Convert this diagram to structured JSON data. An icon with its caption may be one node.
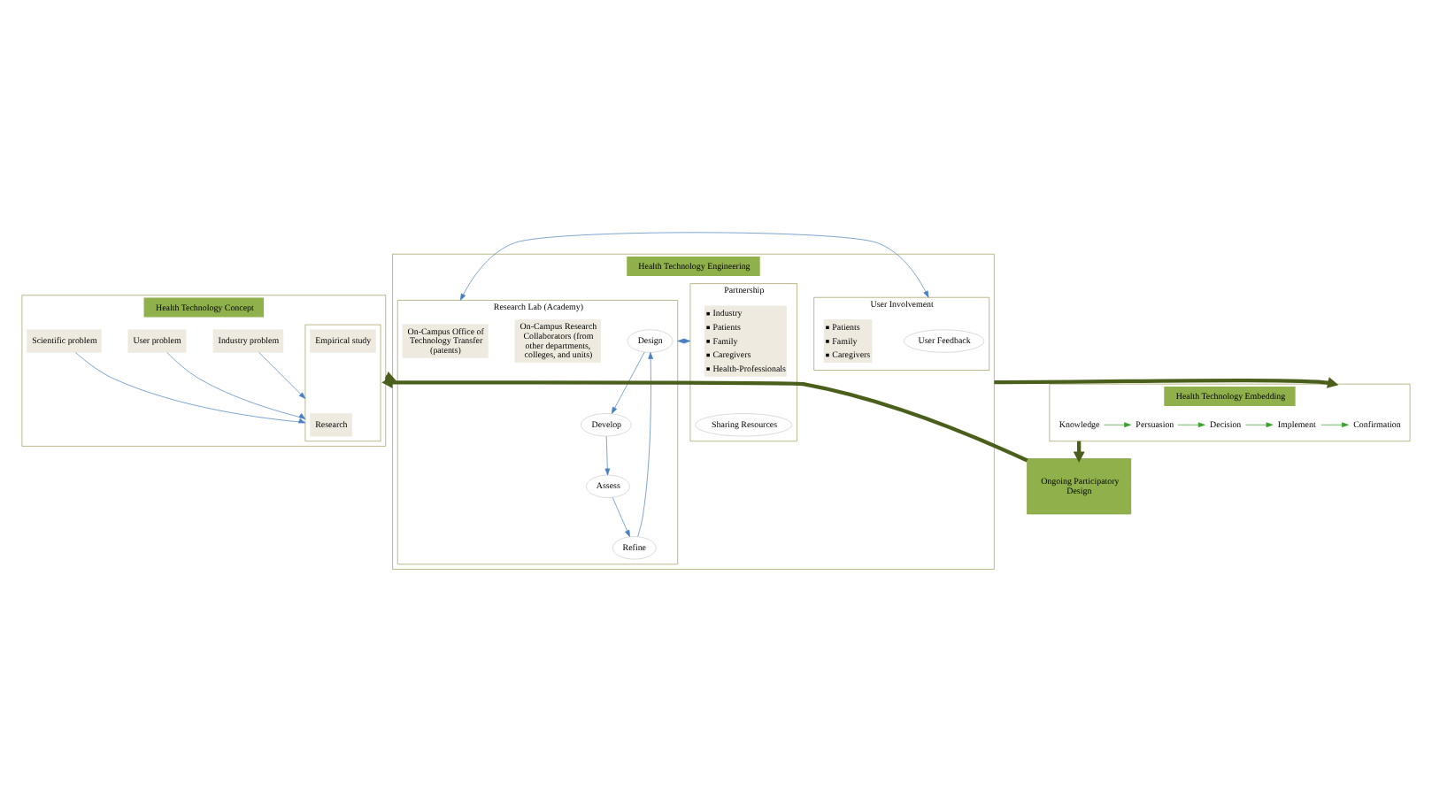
{
  "diagram": {
    "nodes": [
      {
        "text": [
          "Health Technology Concept"
        ]
      },
      {
        "text": [
          "Scientific problem"
        ],
        "in": 0
      },
      {
        "text": [
          "Industry problem"
        ],
        "in": 0
      },
      {
        "text": [
          "User problem"
        ],
        "in": 0
      },
      {
        "text": [],
        "shape": "box",
        "in": 0
      },
      {
        "text": [
          "Research"
        ],
        "in": 4
      },
      {
        "text": [
          "Empirical study"
        ],
        "in": 4
      },
      {
        "text": [
          "Health Technology Engineering"
        ]
      },
      {
        "text": [
          "Partnership"
        ],
        "in": 7
      },
      {
        "text": [
          "Sharing Resources"
        ],
        "in": 8
      },
      {
        "text": [
          "Industry",
          "Patients",
          "Family",
          "Caregivers",
          "Health-Professionals"
        ],
        "in": 8
      },
      {
        "text": [
          "Research Lab (Academy)"
        ],
        "in": 7
      },
      {
        "text": [
          "Design"
        ],
        "in": 11
      },
      {
        "text": [
          "Develop"
        ],
        "in": 11
      },
      {
        "text": [
          "Assess"
        ],
        "in": 11
      },
      {
        "text": [
          "Refine"
        ],
        "in": 11
      },
      {
        "text": [
          "On-Campus Research Collaborators (from other departments, colleges, and units)"
        ],
        "in": 11
      },
      {
        "text": [
          "On-Campus Office of Technology Transfer (patents)"
        ],
        "in": 11
      },
      {
        "text": [
          "User Involvement"
        ],
        "in": 7
      },
      {
        "text": [
          "User Feedback"
        ],
        "in": 18
      },
      {
        "text": [
          "Patients",
          "Family",
          "Caregivers"
        ],
        "in": 18
      },
      {
        "text": [
          "Health Technology Embedding"
        ]
      },
      {
        "text": [
          "Confirmation"
        ],
        "in": 21
      },
      {
        "text": [
          "Implement"
        ],
        "in": 21
      },
      {
        "text": [
          "Decision"
        ],
        "in": 21
      },
      {
        "text": [
          "Persuasion"
        ],
        "in": 21
      },
      {
        "text": [
          "Knowledge"
        ],
        "in": 21
      },
      {
        "text": [
          "Ongoing Participatory Design"
        ]
      }
    ],
    "edges": [
      {
        "from": 0,
        "to": 7,
        "arrow": "to",
        "style": "thick",
        "color": "#4b5f1c"
      },
      {
        "from": 1,
        "to": 4,
        "arrow": "to"
      },
      {
        "from": 2,
        "to": 4,
        "arrow": "to"
      },
      {
        "from": 3,
        "to": 4,
        "arrow": "to"
      },
      {
        "from": 8,
        "to": 11,
        "arrow": "both"
      },
      {
        "from": 11,
        "to": 18,
        "arrow": "both"
      },
      {
        "from": 12,
        "to": 13,
        "arrow": "to"
      },
      {
        "from": 13,
        "to": 14,
        "arrow": "to"
      },
      {
        "from": 14,
        "to": 15,
        "arrow": "to"
      },
      {
        "from": 15,
        "to": 12,
        "arrow": "to"
      },
      {
        "from": 7,
        "to": 21,
        "arrow": "to",
        "style": "thick",
        "color": "#4b5f1c"
      },
      {
        "from": 21,
        "to": 27,
        "arrow": "to",
        "style": "thick",
        "color": "#4b5f1c"
      },
      {
        "from": 27,
        "to": 0,
        "arrow": "to",
        "style": "thick",
        "color": "#4b5f1c"
      },
      {
        "from": 23,
        "to": 22,
        "arrow": "to",
        "color": "#3aa02c"
      },
      {
        "from": 24,
        "to": 23,
        "arrow": "to",
        "color": "#3aa02c"
      },
      {
        "from": 25,
        "to": 24,
        "arrow": "to",
        "color": "#3aa02c"
      },
      {
        "from": 26,
        "to": 25,
        "arrow": "to",
        "color": "#3aa02c"
      }
    ]
  }
}
